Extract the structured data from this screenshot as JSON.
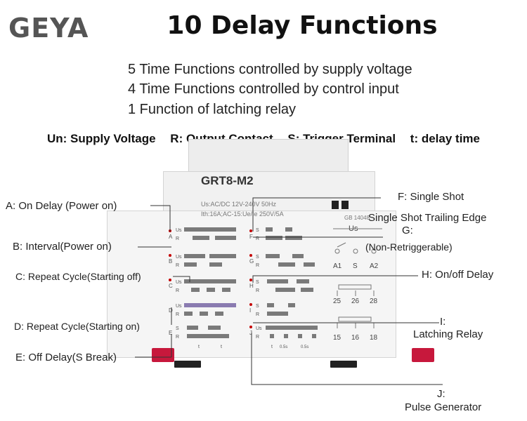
{
  "brand": "GEYA",
  "title": "10 Delay Functions",
  "subtitles": [
    "5 Time Functions controlled by supply voltage",
    "4 Time Functions controlled by control input",
    "1 Function of latching relay"
  ],
  "legend": {
    "un": "Un: Supply Voltage",
    "r": "R: Output Contact",
    "s": "S: Trigger Terminal",
    "t": "t: delay time"
  },
  "device": {
    "model": "GRT8-M2",
    "spec1": "Us:AC/DC 12V-240V 50Hz",
    "spec2": "Ith:16A;AC-15:Ue/Ie 250V/5A",
    "gb": "GB 14048",
    "us_label": "Us",
    "terminals_top": [
      "A1",
      "S",
      "A2"
    ],
    "terminals_mid": [
      "25",
      "26",
      "28"
    ],
    "terminals_bot": [
      "15",
      "16",
      "18"
    ],
    "left_rows": [
      {
        "letter": "A",
        "r1": "Us",
        "r2": "R"
      },
      {
        "letter": "B",
        "r1": "Us",
        "r2": "R"
      },
      {
        "letter": "C",
        "r1": "Us",
        "r2": "R"
      },
      {
        "letter": "D",
        "r1": "Us",
        "r2": "R"
      },
      {
        "letter": "E",
        "r1": "S",
        "r2": "R"
      }
    ],
    "right_rows": [
      {
        "letter": "F",
        "r1": "S",
        "r2": "R"
      },
      {
        "letter": "G",
        "r1": "S",
        "r2": "R"
      },
      {
        "letter": "H",
        "r1": "S",
        "r2": "R"
      },
      {
        "letter": "I",
        "r1": "S",
        "r2": "R"
      },
      {
        "letter": "J",
        "r1": "Us",
        "r2": "R"
      }
    ],
    "t_label": "t",
    "pulse_label": "0.5s"
  },
  "callouts": {
    "a": "A: On Delay (Power on)",
    "b": "B: Interval(Power on)",
    "c": "C: Repeat Cycle(Starting off)",
    "d": "D: Repeat Cycle(Starting on)",
    "e": "E: Off Delay(S Break)",
    "f": "F: Single Shot",
    "g1": "Single Shot Trailing Edge",
    "g2": "G:",
    "g3": "(Non-Retriggerable)",
    "h": "H: On/off Delay",
    "i1": "I:",
    "i2": "Latching Relay",
    "j1": "J:",
    "j2": "Pulse Generator"
  }
}
